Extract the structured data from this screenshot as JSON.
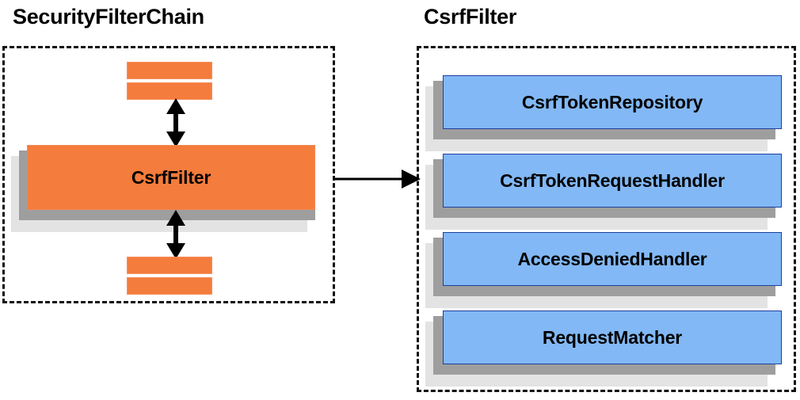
{
  "diagram": {
    "background": "#ffffff",
    "panels": [
      {
        "key": "security_filter_chain",
        "title": "SecurityFilterChain",
        "border_style": "dashed",
        "border_color": "#111111"
      },
      {
        "key": "csrf_filter",
        "title": "CsrfFilter",
        "border_style": "dashed",
        "border_color": "#111111"
      }
    ],
    "colors": {
      "orange_fill": "#f47c3c",
      "orange_border": "#f08a52",
      "blue_fill": "#82b8f5",
      "blue_border": "#1f3f9e",
      "shadow_mid": "#9e9e9e",
      "shadow_back": "#e3e3e3",
      "stroke": "#000000"
    },
    "left_panel": {
      "title": "SecurityFilterChain",
      "top_stub_bars": [
        {
          "name": "filter-stub-top-1",
          "label": ""
        },
        {
          "name": "filter-stub-top-2",
          "label": ""
        }
      ],
      "main_card": {
        "label": "CsrfFilter",
        "fill": "#f47c3c"
      },
      "bottom_stub_bars": [
        {
          "name": "filter-stub-bottom-1",
          "label": ""
        },
        {
          "name": "filter-stub-bottom-2",
          "label": ""
        }
      ],
      "connectors": [
        {
          "name": "bidirectional-arrow-above-csrffilter",
          "type": "double-headed-vertical"
        },
        {
          "name": "bidirectional-arrow-below-csrffilter",
          "type": "double-headed-vertical"
        }
      ]
    },
    "right_panel": {
      "title": "CsrfFilter",
      "components": [
        {
          "label": "CsrfTokenRepository",
          "fill": "#82b8f5"
        },
        {
          "label": "CsrfTokenRequestHandler",
          "fill": "#82b8f5"
        },
        {
          "label": "AccessDeniedHandler",
          "fill": "#82b8f5"
        },
        {
          "label": "RequestMatcher",
          "fill": "#82b8f5"
        }
      ]
    },
    "cross_panel_connector": {
      "name": "expansion-arrow",
      "type": "single-headed-horizontal",
      "from": "CsrfFilter",
      "to": "CsrfFilter detail panel",
      "label": ""
    }
  }
}
